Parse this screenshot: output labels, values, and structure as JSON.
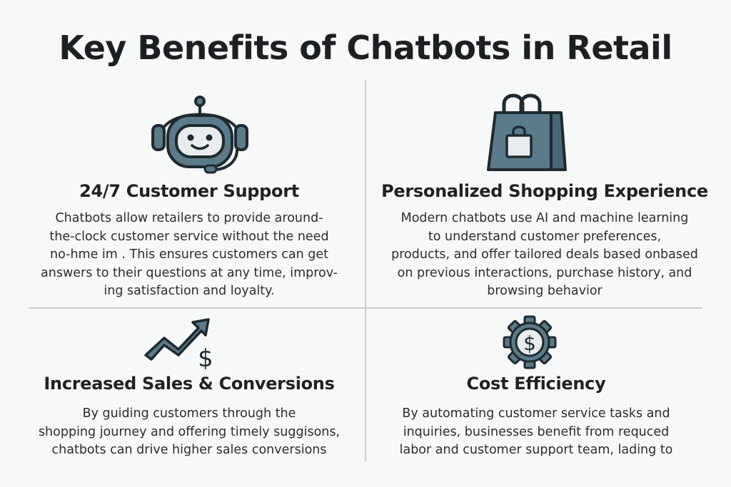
{
  "title": "Key Benefits of Chatbots in Retail",
  "colors": {
    "icon_fill": "#5b7a8a",
    "icon_stroke": "#1e2a30",
    "text": "#1f2224",
    "divider": "#c9cdcf"
  },
  "sections": [
    {
      "icon": "robot-headset-icon",
      "heading": "24/7 Customer Support",
      "lines": [
        "Chatbots allow retailers to provide around-",
        "the-clock customer service without the need",
        "no-hme im . This ensures customers can get",
        "answers to their questions at any time, improv-",
        "ing satisfaction and loyalty."
      ]
    },
    {
      "icon": "shopping-bag-icon",
      "heading": "Personalized Shopping Experience",
      "lines": [
        "Modern chatbots use AI and machine learning",
        "to understand customer preferences,",
        "products, and offer tailored deals based onbased",
        "on previous interactions, purchase history, and",
        "browsing behavior"
      ]
    },
    {
      "icon": "trend-up-dollar-icon",
      "heading": "Increased Sales & Conversions",
      "lines": [
        "By guiding customers through the",
        "shopping journey and offering timely suggisons,",
        "chatbots can drive higher sales conversions"
      ]
    },
    {
      "icon": "gear-dollar-icon",
      "heading": "Cost Efficiency",
      "lines": [
        "By automating customer service tasks and",
        "inquiries, businesses benefit from requced",
        "labor and customer support team, lading to"
      ]
    }
  ],
  "icon_glyphs": {
    "dollar": "$"
  }
}
